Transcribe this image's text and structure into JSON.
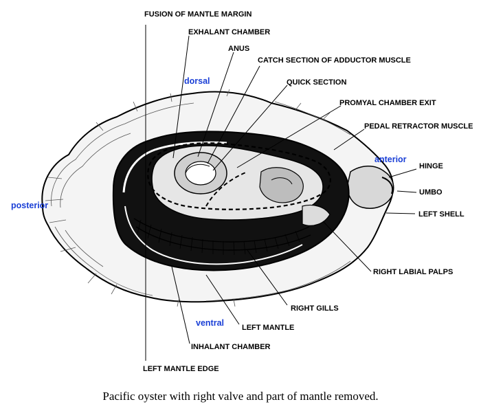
{
  "labels": {
    "fusion_of_mantle_margin": "FUSION OF MANTLE MARGIN",
    "exhalant_chamber": "EXHALANT CHAMBER",
    "anus": "ANUS",
    "catch_section": "CATCH SECTION OF ADDUCTOR MUSCLE",
    "quick_section": "QUICK SECTION",
    "promyal_chamber_exit": "PROMYAL CHAMBER EXIT",
    "pedal_retractor_muscle": "PEDAL RETRACTOR MUSCLE",
    "hinge": "HINGE",
    "umbo": "UMBO",
    "left_shell": "LEFT SHELL",
    "right_labial_palps": "RIGHT LABIAL PALPS",
    "right_gills": "RIGHT GILLS",
    "left_mantle": "LEFT MANTLE",
    "inhalant_chamber": "INHALANT CHAMBER",
    "left_mantle_edge": "LEFT MANTLE EDGE"
  },
  "directions": {
    "dorsal": "dorsal",
    "ventral": "ventral",
    "anterior": "anterior",
    "posterior": "posterior"
  },
  "colors": {
    "direction_labels": "#1a3fd6",
    "line_art": "#000000"
  },
  "caption": "Pacific oyster with right valve and part of mantle removed."
}
